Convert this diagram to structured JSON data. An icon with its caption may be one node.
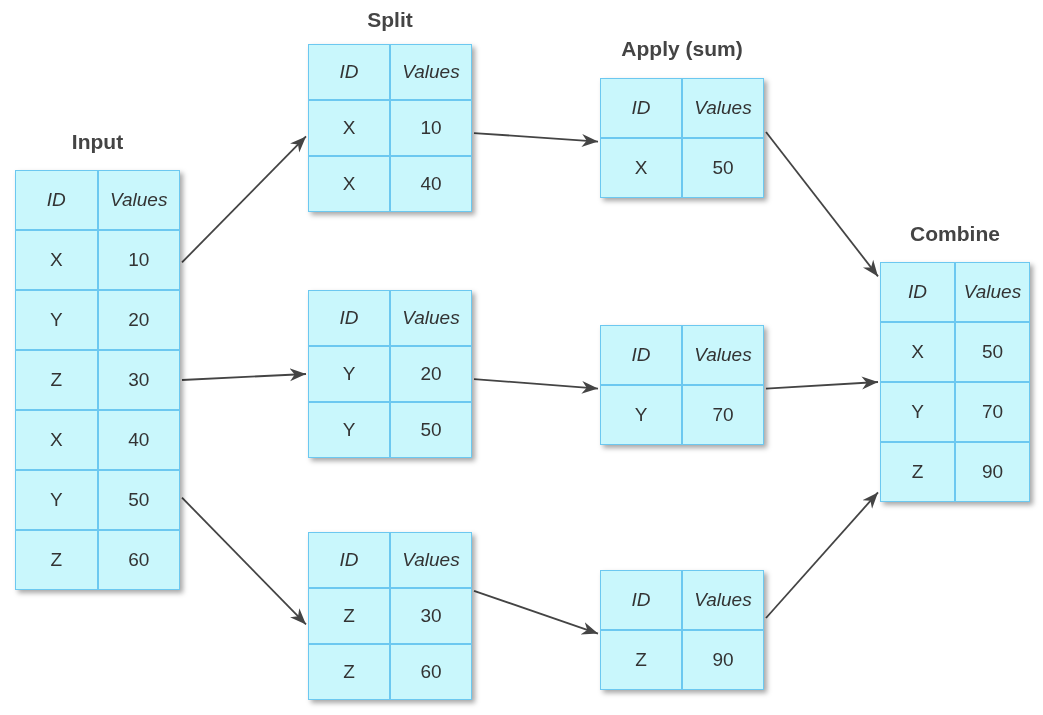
{
  "diagram": {
    "nodes": [
      {
        "text": [
          "Input",
          "ID",
          "Values",
          "X",
          "10",
          "Y",
          "20",
          "Z",
          "30",
          "X",
          "40",
          "Y",
          "50",
          "Z",
          "60"
        ]
      },
      {
        "text": [
          "ID",
          "Values",
          "X",
          "10",
          "X",
          "40"
        ]
      },
      {
        "text": [
          "ID",
          "Values",
          "Y",
          "20",
          "Y",
          "50"
        ]
      },
      {
        "text": [
          "ID",
          "Values",
          "Z",
          "30",
          "Z",
          "60"
        ]
      },
      {
        "text": [
          "ID",
          "Values",
          "X",
          "50"
        ]
      },
      {
        "text": [
          "ID",
          "Values",
          "Y",
          "70"
        ]
      },
      {
        "text": [
          "ID",
          "Values",
          "Z",
          "90"
        ]
      },
      {
        "text": [
          "Combine",
          "ID",
          "Values",
          "X",
          "50",
          "Y",
          "70",
          "Z",
          "90"
        ]
      }
    ],
    "edges": [
      {
        "from": 0,
        "to": 1,
        "arrow": "to"
      },
      {
        "from": 0,
        "to": 2,
        "arrow": "to"
      },
      {
        "from": 0,
        "to": 3,
        "arrow": "to"
      },
      {
        "from": 1,
        "to": 4,
        "arrow": "to"
      },
      {
        "from": 2,
        "to": 5,
        "arrow": "to"
      },
      {
        "from": 3,
        "to": 6,
        "arrow": "to"
      },
      {
        "from": 4,
        "to": 7,
        "arrow": "to"
      },
      {
        "from": 5,
        "to": 7,
        "arrow": "to"
      },
      {
        "from": 6,
        "to": 7,
        "arrow": "to"
      }
    ],
    "labels": [
      "Split",
      "Apply (sum)"
    ]
  }
}
